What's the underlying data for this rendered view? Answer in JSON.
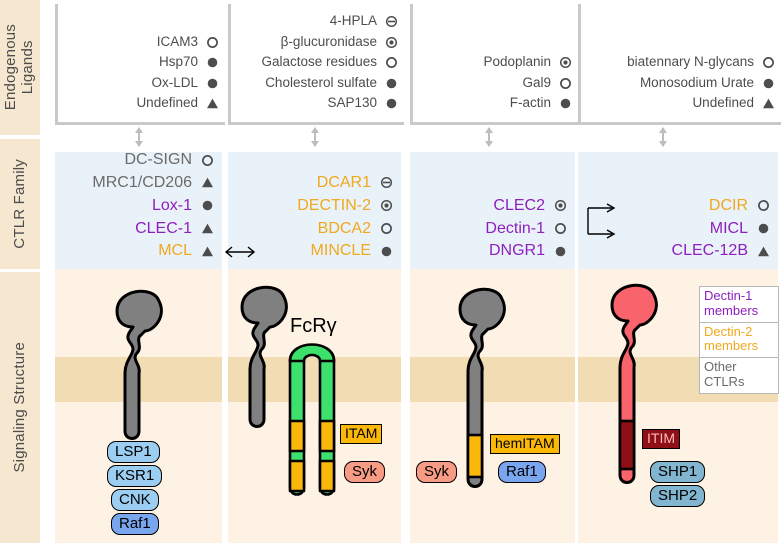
{
  "sidebar": {
    "sections": [
      {
        "label": "Endogenous\nLigands"
      },
      {
        "label": "CTLR Family"
      },
      {
        "label": "Signaling Structure"
      }
    ]
  },
  "legend": {
    "items": [
      {
        "label": "Dectin-1\nmembers",
        "color": "#8e1fbf"
      },
      {
        "label": "Dectin-2\nmembers",
        "color": "#f0a81e"
      },
      {
        "label": "Other\nCTLRs",
        "color": "#6b6b6b"
      }
    ]
  },
  "columns": [
    {
      "ligands": [
        {
          "name": "ICAM3",
          "symbol": "open-circle"
        },
        {
          "name": "Hsp70",
          "symbol": "filled-circle"
        },
        {
          "name": "Ox-LDL",
          "symbol": "filled-circle"
        },
        {
          "name": "Undefined",
          "symbol": "filled-triangle"
        }
      ],
      "receptors": [
        {
          "name": "DC-SIGN",
          "symbol": "open-circle",
          "group": "other"
        },
        {
          "name": "MRC1/CD206",
          "symbol": "filled-triangle",
          "group": "other"
        },
        {
          "name": "Lox-1",
          "symbol": "filled-circle",
          "group": "dectin1"
        },
        {
          "name": "CLEC-1",
          "symbol": "filled-triangle",
          "group": "dectin1"
        },
        {
          "name": "MCL",
          "symbol": "filled-triangle",
          "group": "dectin2"
        }
      ],
      "signaling": {
        "adaptor_label": "",
        "motif_label": "",
        "effectors": [
          "LSP1",
          "KSR1",
          "CNK",
          "Raf1"
        ]
      }
    },
    {
      "ligands": [
        {
          "name": "4-HPLA",
          "symbol": "minus-circle"
        },
        {
          "name": "β-glucuronidase",
          "symbol": "dot-circle"
        },
        {
          "name": "Galactose residues",
          "symbol": "open-circle"
        },
        {
          "name": "Cholesterol sulfate",
          "symbol": "filled-circle"
        },
        {
          "name": "SAP130",
          "symbol": "filled-circle"
        }
      ],
      "receptors": [
        {
          "name": "DCAR1",
          "symbol": "minus-circle",
          "group": "dectin2"
        },
        {
          "name": "DECTIN-2",
          "symbol": "dot-circle",
          "group": "dectin2"
        },
        {
          "name": "BDCA2",
          "symbol": "open-circle",
          "group": "dectin2"
        },
        {
          "name": "MINCLE",
          "symbol": "filled-circle",
          "group": "dectin2"
        }
      ],
      "signaling": {
        "adaptor_label": "FcRγ",
        "motif_label": "ITAM",
        "effectors": [
          "Syk"
        ]
      }
    },
    {
      "ligands": [
        {
          "name": "Podoplanin",
          "symbol": "dot-circle"
        },
        {
          "name": "Gal9",
          "symbol": "open-circle"
        },
        {
          "name": "F-actin",
          "symbol": "filled-circle"
        }
      ],
      "receptors": [
        {
          "name": "CLEC2",
          "symbol": "dot-circle",
          "group": "dectin1"
        },
        {
          "name": "Dectin-1",
          "symbol": "open-circle",
          "group": "dectin1"
        },
        {
          "name": "DNGR1",
          "symbol": "filled-circle",
          "group": "dectin1"
        }
      ],
      "signaling": {
        "adaptor_label": "",
        "motif_label": "hemITAM",
        "effectors": [
          "Syk",
          "Raf1"
        ]
      }
    },
    {
      "ligands": [
        {
          "name": "biatennary N-glycans",
          "symbol": "open-circle"
        },
        {
          "name": "Monosodium Urate",
          "symbol": "filled-circle"
        },
        {
          "name": "Undefined",
          "symbol": "filled-triangle"
        }
      ],
      "receptors": [
        {
          "name": "DCIR",
          "symbol": "open-circle",
          "group": "dectin2"
        },
        {
          "name": "MICL",
          "symbol": "filled-circle",
          "group": "dectin1"
        },
        {
          "name": "CLEC-12B",
          "symbol": "filled-triangle",
          "group": "dectin1"
        }
      ],
      "signaling": {
        "adaptor_label": "",
        "motif_label": "ITIM",
        "effectors": [
          "SHP1",
          "SHP2"
        ]
      }
    }
  ],
  "colors": {
    "dectin1": "#8e1fbf",
    "dectin2": "#f0a81e",
    "other": "#6b6b6b",
    "receptor_grey": "#808080",
    "receptor_red": "#f9636b",
    "fcrg_green": "#3ce06a",
    "itam_orange": "#fbb809",
    "itim_darkred": "#8e0f16",
    "syk_salmon": "#f79b84",
    "raf_blue": "#7aa6f0",
    "lsp_blue": "#9ccdf2",
    "shp_blue": "#82b5cf",
    "membrane": "#f2dcb4",
    "cytoplasm": "#fdf2e3",
    "ctlr_panel": "#e9f2f8"
  }
}
